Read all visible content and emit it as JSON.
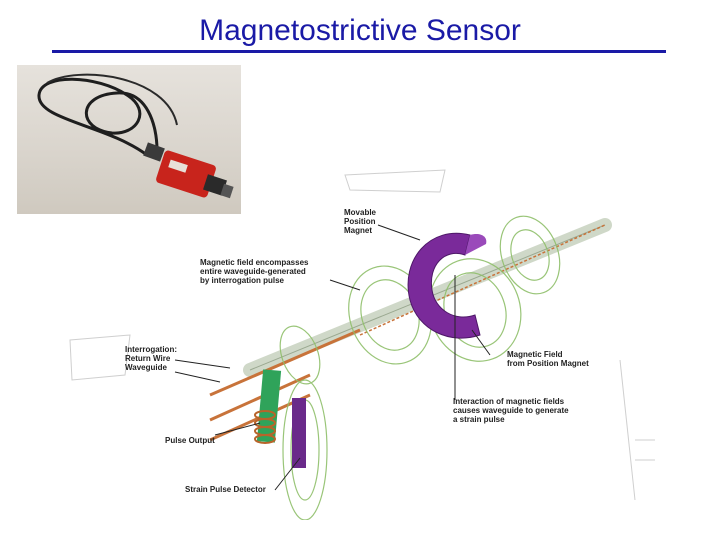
{
  "slide": {
    "title": "Magnetostrictive Sensor"
  },
  "photo": {
    "subject": "magnetostrictive sensor with cable",
    "colors": {
      "body": "#c8241c",
      "cable": "#1e1e1e",
      "background": "#dcd7cf"
    }
  },
  "diagram": {
    "labels": {
      "movable_position_magnet": [
        "Movable",
        "Position",
        "Magnet"
      ],
      "magnetic_field_encompasses": [
        "Magnetic field encompasses",
        "entire waveguide-generated",
        "by interrogation pulse"
      ],
      "interrogation": [
        "Interrogation:",
        "Return Wire",
        "Waveguide"
      ],
      "magnetic_field_from_magnet": [
        "Magnetic Field",
        "from Position Magnet"
      ],
      "interaction": [
        "Interaction of magnetic fields",
        "causes waveguide to generate",
        "a strain pulse"
      ],
      "pulse_output": "Pulse Output",
      "strain_pulse_detector": "Strain Pulse Detector"
    },
    "colors": {
      "magnet": "#7a2a9a",
      "field_lines": "#8fbf6a",
      "waveguide": "#cfd8c8",
      "wire": "#c8733a",
      "coil": "#b8642a",
      "pulse_output_block": "#2fa35a",
      "detector": "#6a2a8a"
    }
  }
}
